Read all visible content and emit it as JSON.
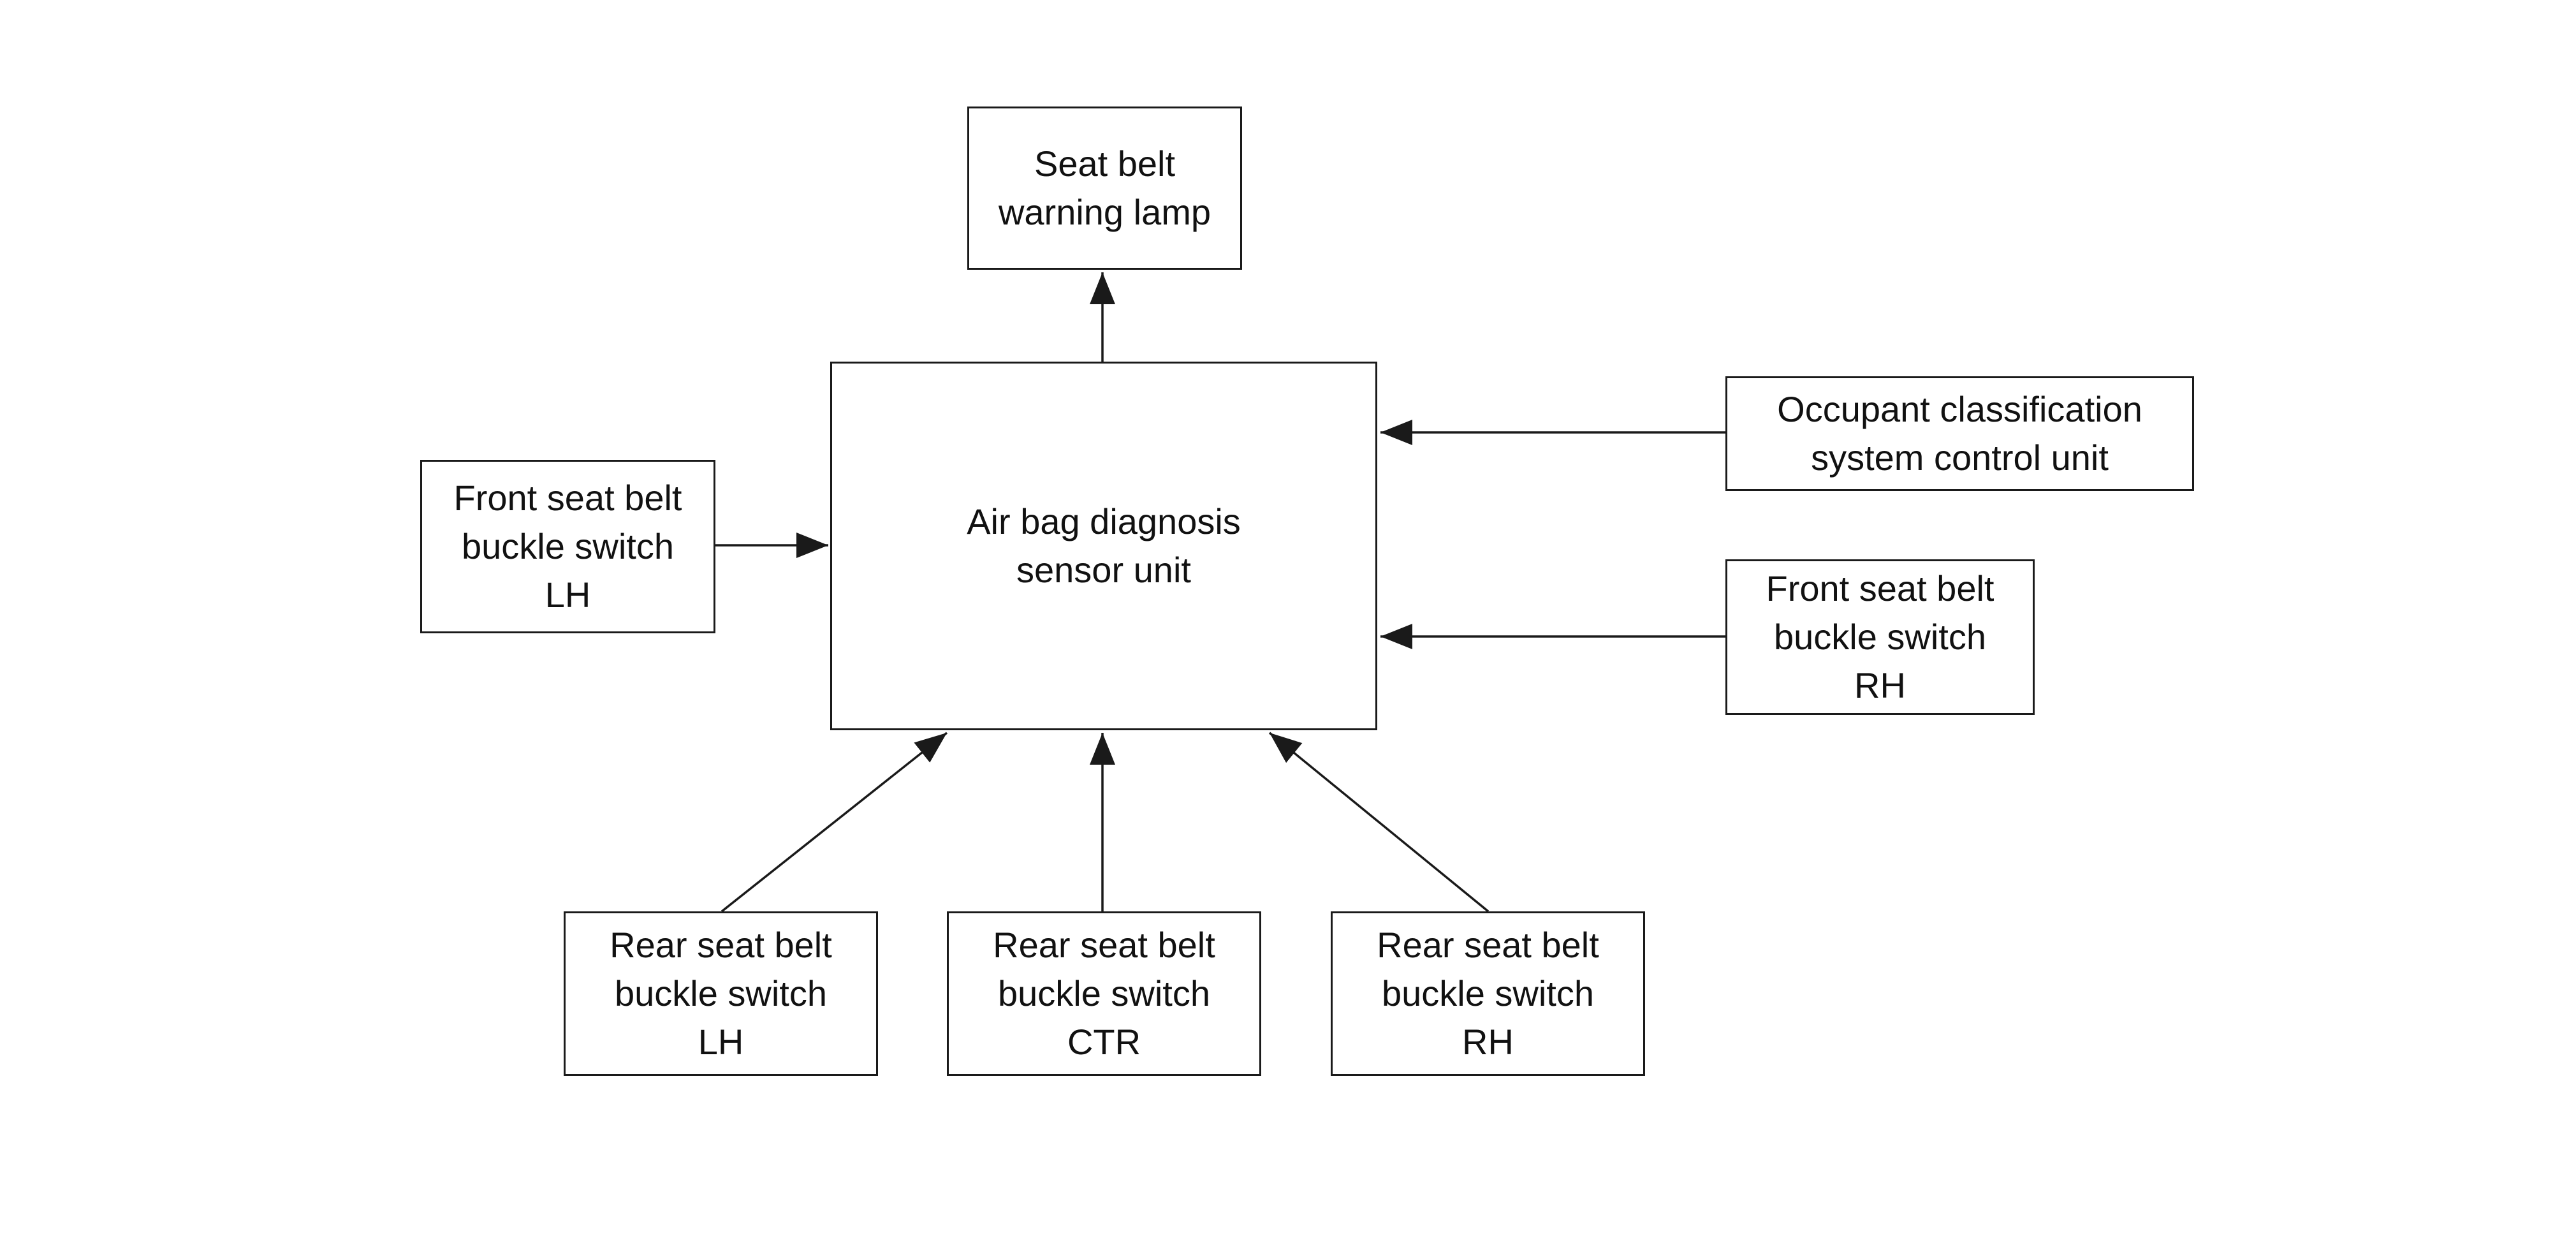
{
  "diagram": {
    "central": {
      "lines": [
        "Air bag diagnosis",
        "sensor unit"
      ]
    },
    "warning_lamp": {
      "lines": [
        "Seat belt",
        "warning lamp"
      ]
    },
    "occupant_classification": {
      "lines": [
        "Occupant classification",
        "system control unit"
      ]
    },
    "front_lh": {
      "lines": [
        "Front seat belt",
        "buckle switch",
        "LH"
      ]
    },
    "front_rh": {
      "lines": [
        "Front seat belt",
        "buckle switch",
        "RH"
      ]
    },
    "rear_lh": {
      "lines": [
        "Rear seat belt",
        "buckle switch",
        "LH"
      ]
    },
    "rear_ctr": {
      "lines": [
        "Rear seat belt",
        "buckle switch",
        "CTR"
      ]
    },
    "rear_rh": {
      "lines": [
        "Rear seat belt",
        "buckle switch",
        "RH"
      ]
    },
    "connections": [
      {
        "from": "central",
        "to": "warning_lamp"
      },
      {
        "from": "occupant_classification",
        "to": "central"
      },
      {
        "from": "front_lh",
        "to": "central"
      },
      {
        "from": "front_rh",
        "to": "central"
      },
      {
        "from": "rear_lh",
        "to": "central"
      },
      {
        "from": "rear_ctr",
        "to": "central"
      },
      {
        "from": "rear_rh",
        "to": "central"
      }
    ]
  }
}
